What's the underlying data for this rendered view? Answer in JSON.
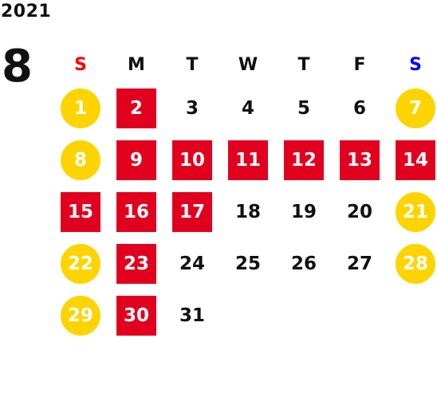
{
  "year": "2021",
  "month": "8",
  "weekdays": [
    {
      "label": "S",
      "color": "#ff0000"
    },
    {
      "label": "M",
      "color": "#111111"
    },
    {
      "label": "T",
      "color": "#111111"
    },
    {
      "label": "W",
      "color": "#111111"
    },
    {
      "label": "T",
      "color": "#111111"
    },
    {
      "label": "F",
      "color": "#111111"
    },
    {
      "label": "S",
      "color": "#0000ff"
    }
  ],
  "legend_colors": {
    "closed": "#e2001f",
    "holiday": "#fdd400"
  },
  "days": [
    {
      "d": "1",
      "type": "holiday"
    },
    {
      "d": "2",
      "type": "closed"
    },
    {
      "d": "3",
      "type": "normal"
    },
    {
      "d": "4",
      "type": "normal"
    },
    {
      "d": "5",
      "type": "normal"
    },
    {
      "d": "6",
      "type": "normal"
    },
    {
      "d": "7",
      "type": "holiday"
    },
    {
      "d": "8",
      "type": "holiday"
    },
    {
      "d": "9",
      "type": "closed"
    },
    {
      "d": "10",
      "type": "closed"
    },
    {
      "d": "11",
      "type": "closed"
    },
    {
      "d": "12",
      "type": "closed"
    },
    {
      "d": "13",
      "type": "closed"
    },
    {
      "d": "14",
      "type": "closed"
    },
    {
      "d": "15",
      "type": "closed"
    },
    {
      "d": "16",
      "type": "closed"
    },
    {
      "d": "17",
      "type": "closed"
    },
    {
      "d": "18",
      "type": "normal"
    },
    {
      "d": "19",
      "type": "normal"
    },
    {
      "d": "20",
      "type": "normal"
    },
    {
      "d": "21",
      "type": "holiday"
    },
    {
      "d": "22",
      "type": "holiday"
    },
    {
      "d": "23",
      "type": "closed"
    },
    {
      "d": "24",
      "type": "normal"
    },
    {
      "d": "25",
      "type": "normal"
    },
    {
      "d": "26",
      "type": "normal"
    },
    {
      "d": "27",
      "type": "normal"
    },
    {
      "d": "28",
      "type": "holiday"
    },
    {
      "d": "29",
      "type": "holiday"
    },
    {
      "d": "30",
      "type": "closed"
    },
    {
      "d": "31",
      "type": "normal"
    }
  ]
}
